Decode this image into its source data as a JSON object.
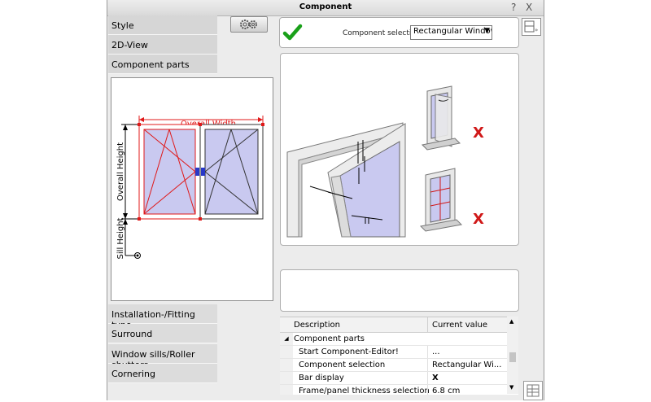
{
  "window": {
    "title": "Component",
    "help_glyph": "?",
    "close_glyph": "X"
  },
  "nav_top": [
    "Style",
    "2D-View",
    "Component parts"
  ],
  "nav_bottom": [
    "Installation-/Fitting type",
    "Surround",
    "Window sills/Roller shutters",
    "Cornering"
  ],
  "drawing": {
    "overall_width": "Overall Width",
    "overall_height": "Overall Height",
    "sill_height": "Sill Height"
  },
  "component_selection": {
    "label": "Component selection:",
    "value": "Rectangular Window"
  },
  "table": {
    "headers": [
      "Description",
      "Current value"
    ],
    "rows": [
      {
        "toggle": "◢",
        "description": "Component parts",
        "value": ""
      },
      {
        "toggle": "",
        "description": "Start Component-Editor!",
        "value": "..."
      },
      {
        "toggle": "",
        "description": "Component selection",
        "value": "Rectangular Wi..."
      },
      {
        "toggle": "",
        "description": "Bar display",
        "value": "X"
      },
      {
        "toggle": "",
        "description": "Frame/panel thickness selection",
        "value": "6.8 cm"
      }
    ]
  },
  "colors": {
    "accent_red": "#e01818",
    "glass": "#c9c9f0",
    "check_green": "#19a019"
  }
}
